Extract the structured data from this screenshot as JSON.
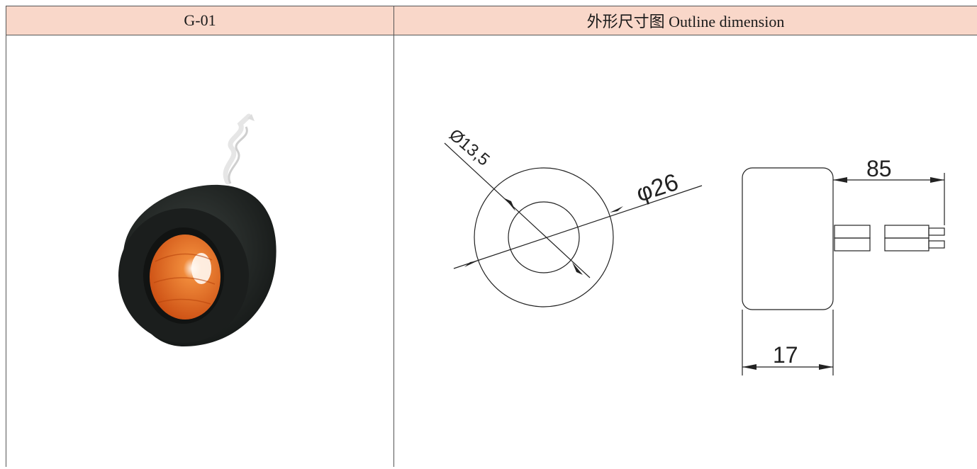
{
  "table": {
    "model_header": "G-01",
    "outline_header": "外形尺寸图  Outline dimension"
  },
  "drawing": {
    "inner_diameter_label": "Ø13,5",
    "outer_diameter_label": "φ26",
    "lead_length_label": "85",
    "thickness_label": "17"
  },
  "colors": {
    "header_bg": "#f9d7c9",
    "core_body": "#1e2220",
    "core_winding": "#e8661f",
    "line": "#222222"
  }
}
